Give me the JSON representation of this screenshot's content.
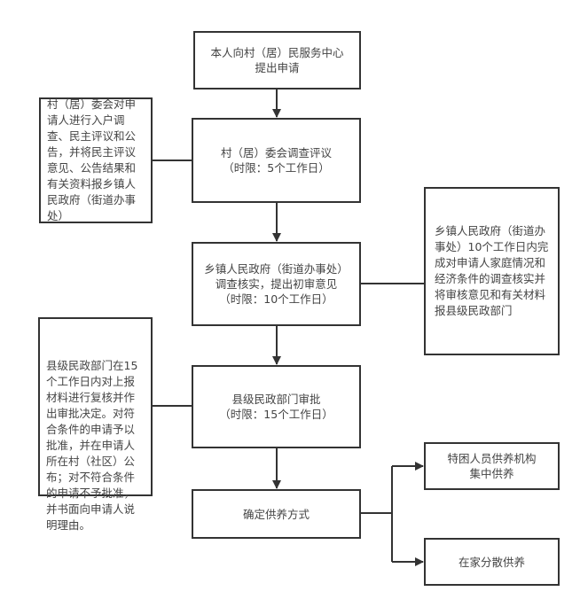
{
  "steps": {
    "apply": "本人向村（居）民服务中心\n提出申请",
    "village_review": "村（居）委会调查评议\n（时限：5个工作日）",
    "town_verify": "乡镇人民政府（街道办事处）\n调查核实，提出初审意见\n（时限：10个工作日）",
    "county_approve": "县级民政部门审批\n（时限：15个工作日）",
    "determine_mode": "确定供养方式",
    "centralized": "特困人员供养机构\n集中供养",
    "dispersed": "在家分散供养"
  },
  "notes": {
    "village": "村（居）委会对申请人进行入户调查、民主评议和公告，并将民主评议意见、公告结果和有关资料报乡镇人民政府（街道办事处）",
    "town": "乡镇人民政府（街道办事处）10个工作日内完成对申请人家庭情况和经济条件的调查核实并将审核意见和有关材料报县级民政部门",
    "county": "县级民政部门在15个工作日内对上报材料进行复核并作出审批决定。对符合条件的申请予以批准，并在申请人所在村（社区）公布；对不符合条件的申请不予批准，并书面向申请人说明理由。"
  }
}
